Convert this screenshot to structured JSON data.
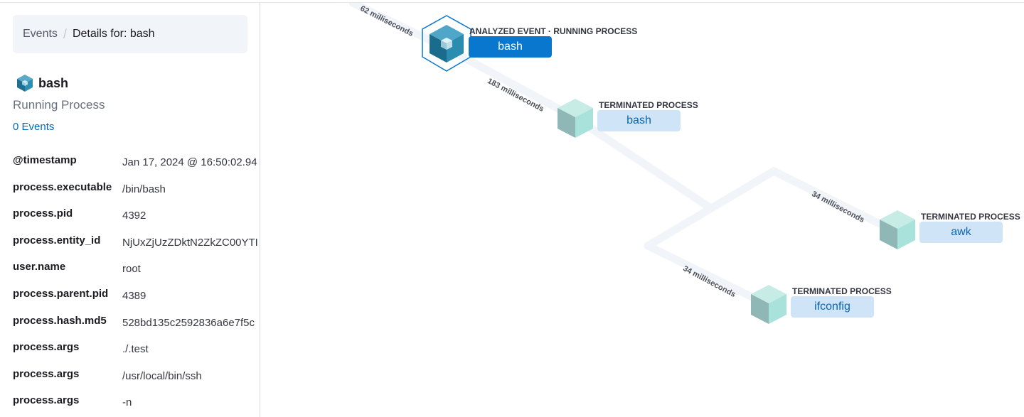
{
  "breadcrumb": {
    "root": "Events",
    "separator": "/",
    "current": "Details for: bash"
  },
  "process": {
    "name": "bash",
    "state": "Running Process",
    "events_link": "0 Events"
  },
  "fields": [
    {
      "key": "@timestamp",
      "value": "Jan 17, 2024 @ 16:50:02.94"
    },
    {
      "key": "process.executable",
      "value": "/bin/bash"
    },
    {
      "key": "process.pid",
      "value": "4392"
    },
    {
      "key": "process.entity_id",
      "value": "NjUxZjUzZDktN2ZkZC00YTI"
    },
    {
      "key": "user.name",
      "value": "root"
    },
    {
      "key": "process.parent.pid",
      "value": "4389"
    },
    {
      "key": "process.hash.md5",
      "value": "528bd135c2592836a6e7f5c"
    },
    {
      "key": "process.args",
      "value": "./.test"
    },
    {
      "key": "process.args",
      "value": "/usr/local/bin/ssh"
    },
    {
      "key": "process.args",
      "value": "-n"
    }
  ],
  "graph": {
    "nodes": [
      {
        "id": "bash-analyzed",
        "label": "ANALYZED EVENT · RUNNING PROCESS",
        "button": "bash",
        "kind": "analyzed"
      },
      {
        "id": "bash-terminated",
        "label": "TERMINATED PROCESS",
        "button": "bash",
        "kind": "terminated"
      },
      {
        "id": "awk",
        "label": "TERMINATED PROCESS",
        "button": "awk",
        "kind": "terminated"
      },
      {
        "id": "ifconfig",
        "label": "TERMINATED PROCESS",
        "button": "ifconfig",
        "kind": "terminated"
      }
    ],
    "edges": [
      {
        "label": "62 milliseconds"
      },
      {
        "label": "183 milliseconds"
      },
      {
        "label": "34 milliseconds"
      },
      {
        "label": "34 milliseconds"
      }
    ]
  },
  "colors": {
    "accent": "#0a77cf",
    "link": "#006bb8",
    "edge": "#f1f4f9",
    "running_cube": "#1e8fb0",
    "terminated_cube": "#a6dcd5"
  }
}
